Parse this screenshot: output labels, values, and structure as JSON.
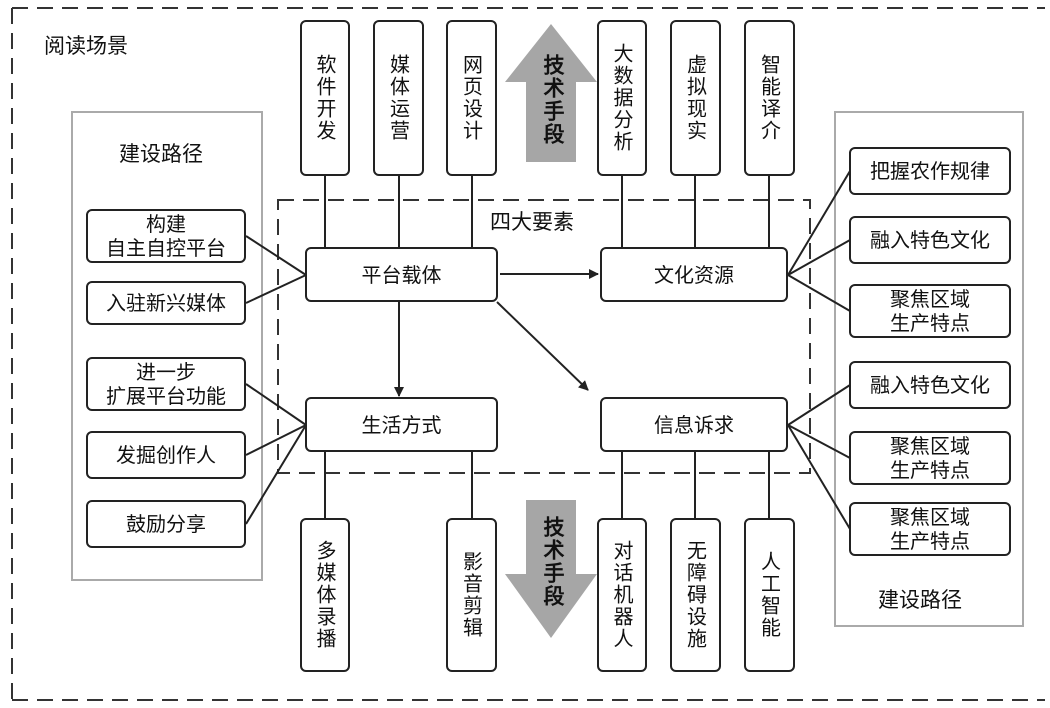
{
  "title": "阅读场景",
  "center_label": "四大要素",
  "left_group_title": "建设路径",
  "right_group_title": "建设路径",
  "tech_top_label": "技术手段",
  "tech_bottom_label": "技术手段",
  "nodes": {
    "platform": "平台载体",
    "culture": "文化资源",
    "life": "生活方式",
    "info": "信息诉求"
  },
  "top_tech": [
    "软件开发",
    "媒体运营",
    "网页设计",
    "大数据分析",
    "虚拟现实",
    "智能译介"
  ],
  "bottom_tech": [
    "多媒体录播",
    "影音剪辑",
    "对话机器人",
    "无障碍设施",
    "人工智能"
  ],
  "left_paths": [
    "构建\n自主自控平台",
    "入驻新兴媒体",
    "进一步\n扩展平台功能",
    "发掘创作人",
    "鼓励分享"
  ],
  "right_paths": [
    "把握农作规律",
    "融入特色文化",
    "聚焦区域\n生产特点",
    "融入特色文化",
    "聚焦区域\n生产特点",
    "聚焦区域\n生产特点"
  ],
  "colors": {
    "stroke": "#222222",
    "group_border": "#aaaaaa",
    "tech_arrow": "#a6a6a6"
  }
}
